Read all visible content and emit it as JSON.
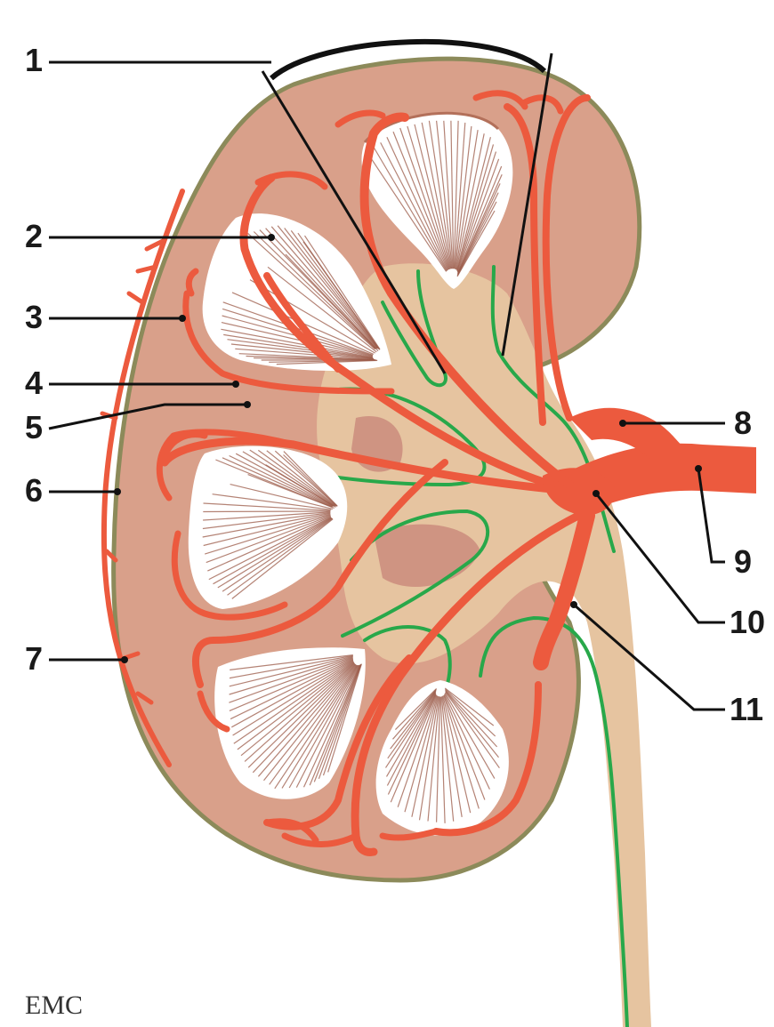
{
  "figure": {
    "labels": [
      "1",
      "2",
      "3",
      "4",
      "5",
      "6",
      "7",
      "8",
      "9",
      "10",
      "11"
    ],
    "credit": "EMC"
  },
  "colors": {
    "cortex": "#d9a08a",
    "capsule_outline": "#8c8a5a",
    "pelvis": "#e6c4a0",
    "artery": "#ec5a3e",
    "calyx_outline": "#28a84a",
    "pyramid": "#ffffff",
    "pyramid_striation": "#9b5a48"
  }
}
